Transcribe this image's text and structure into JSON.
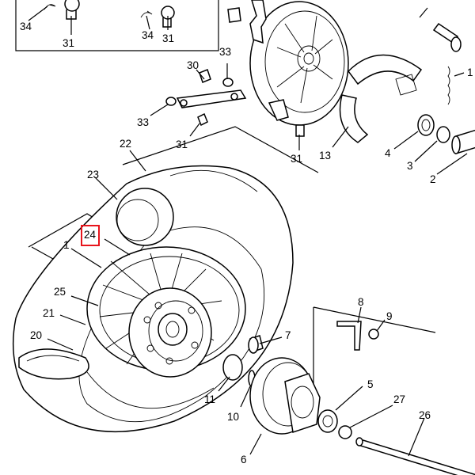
{
  "highlight_color": "#e8141c",
  "callouts": [
    {
      "id": "c34a",
      "text": "34"
    },
    {
      "id": "c31a",
      "text": "31"
    },
    {
      "id": "c34b",
      "text": "34"
    },
    {
      "id": "c31b",
      "text": "31"
    },
    {
      "id": "c30",
      "text": "30"
    },
    {
      "id": "c33a",
      "text": "33"
    },
    {
      "id": "c33b",
      "text": "33"
    },
    {
      "id": "c31c",
      "text": "31"
    },
    {
      "id": "c31d",
      "text": "31"
    },
    {
      "id": "c13",
      "text": "13"
    },
    {
      "id": "c4",
      "text": "4"
    },
    {
      "id": "c3",
      "text": "3"
    },
    {
      "id": "c2",
      "text": "2"
    },
    {
      "id": "c1top",
      "text": "1"
    },
    {
      "id": "c22",
      "text": "22"
    },
    {
      "id": "c23",
      "text": "23"
    },
    {
      "id": "c24",
      "text": "24"
    },
    {
      "id": "c1",
      "text": "1"
    },
    {
      "id": "c25",
      "text": "25"
    },
    {
      "id": "c21",
      "text": "21"
    },
    {
      "id": "c20",
      "text": "20"
    },
    {
      "id": "c8",
      "text": "8"
    },
    {
      "id": "c9",
      "text": "9"
    },
    {
      "id": "c7",
      "text": "7"
    },
    {
      "id": "c11",
      "text": "11"
    },
    {
      "id": "c10",
      "text": "10"
    },
    {
      "id": "c5",
      "text": "5"
    },
    {
      "id": "c27",
      "text": "27"
    },
    {
      "id": "c26",
      "text": "26"
    },
    {
      "id": "c6",
      "text": "6"
    }
  ]
}
